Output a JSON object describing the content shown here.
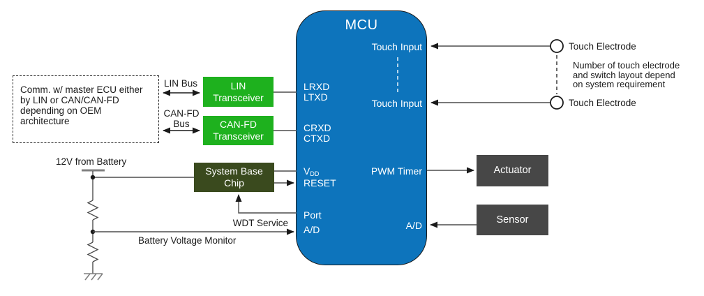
{
  "diagram": {
    "mcu": {
      "title": "MCU",
      "pins": {
        "touch_input_top": "Touch Input",
        "touch_input_bottom": "Touch Input",
        "lrxd": "LRXD",
        "ltxd": "LTXD",
        "crxd": "CRXD",
        "ctxd": "CTXD",
        "vdd_base": "V",
        "vdd_sub": "DD",
        "reset": "RESET",
        "port": "Port",
        "ad_left": "A/D",
        "pwm_timer": "PWM Timer",
        "ad_right": "A/D"
      }
    },
    "comm_note": {
      "line1": "Comm. w/ master ECU either",
      "line2": "by LIN or CAN/CAN-FD",
      "line3": "depending on OEM",
      "line4": "architecture"
    },
    "bus_labels": {
      "lin": "LIN Bus",
      "canfd_line1": "CAN-FD",
      "canfd_line2": "Bus"
    },
    "blocks": {
      "lin_transceiver": {
        "line1": "LIN",
        "line2": "Transceiver"
      },
      "canfd_transceiver": {
        "line1": "CAN-FD",
        "line2": "Transceiver"
      },
      "system_base_chip": {
        "line1": "System Base",
        "line2": "Chip"
      },
      "actuator": "Actuator",
      "sensor": "Sensor"
    },
    "power": {
      "battery": "12V from Battery",
      "wdt_service": "WDT Service",
      "battery_voltage_monitor": "Battery Voltage Monitor"
    },
    "touch": {
      "electrode_top": "Touch Electrode",
      "electrode_bottom": "Touch Electrode",
      "note_line1": "Number of touch electrode",
      "note_line2": "and switch layout depend",
      "note_line3": "on system requirement"
    },
    "colors": {
      "mcu_fill": "#0d74bc",
      "transceiver_fill": "#1eb11e",
      "sbc_fill": "#3a4a1e",
      "device_fill": "#474747",
      "wire": "#4d4d4d",
      "arrow": "#1a1a1a"
    }
  }
}
